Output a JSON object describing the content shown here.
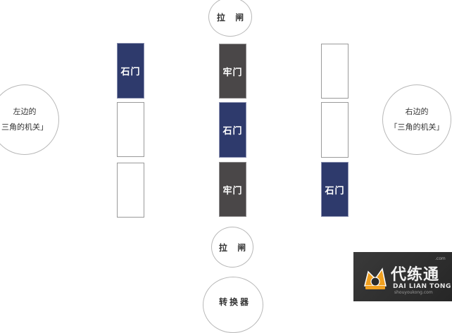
{
  "top_gate": "拉 闸",
  "bottom_gate": "拉 闸",
  "bottom_partial": "转换器",
  "left_mechanism": {
    "line1": "左边的",
    "line2": "三角的机关」"
  },
  "right_mechanism": {
    "line1": "右边的",
    "line2": "「三角的机关」"
  },
  "columns": {
    "left": [
      "石门",
      "",
      ""
    ],
    "middle": [
      "牢门",
      "石门",
      "牢门"
    ],
    "right": [
      "",
      "",
      "石门"
    ]
  },
  "colors": {
    "stone_door": "#2e3a6c",
    "prison_door": "#4a4748"
  },
  "watermark": {
    "main": "代练通",
    "sub": "DAI LIAN TONG",
    "url": "shouyoukong.com",
    "com": ".com",
    "icon": "gamepad-crown-icon"
  }
}
